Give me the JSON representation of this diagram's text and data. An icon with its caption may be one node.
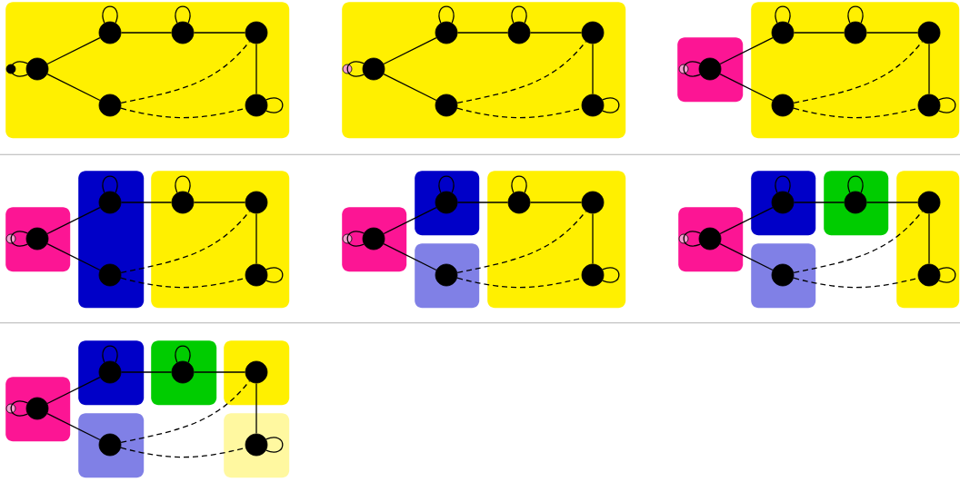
{
  "diagram": {
    "nodes": [
      {
        "text": [],
        "shape": "box"
      },
      {
        "text": [],
        "shape": "circle",
        "in": 0
      },
      {
        "text": [],
        "shape": "circle",
        "in": 0
      },
      {
        "text": [],
        "shape": "circle",
        "in": 0
      },
      {
        "text": [],
        "shape": "circle",
        "in": 0
      },
      {
        "text": [],
        "shape": "circle",
        "in": 0
      },
      {
        "text": [],
        "shape": "circle",
        "in": 0
      },
      {
        "text": [],
        "shape": "circle",
        "in": 0
      },
      {
        "text": [],
        "shape": "box"
      },
      {
        "text": [],
        "shape": "circle",
        "in": 8
      },
      {
        "text": [],
        "shape": "circle",
        "in": 8
      },
      {
        "text": [],
        "shape": "circle",
        "in": 8
      },
      {
        "text": [],
        "shape": "circle",
        "in": 8
      },
      {
        "text": [],
        "shape": "circle",
        "in": 8
      },
      {
        "text": [],
        "shape": "circle",
        "in": 8
      },
      {
        "text": [],
        "shape": "circle",
        "in": 8
      },
      {
        "text": [],
        "shape": "box"
      },
      {
        "text": [],
        "shape": "box"
      },
      {
        "text": [],
        "shape": "circle",
        "in": 16
      },
      {
        "text": [],
        "shape": "circle",
        "in": 16
      },
      {
        "text": [],
        "shape": "circle",
        "in": 17
      },
      {
        "text": [],
        "shape": "circle",
        "in": 17
      },
      {
        "text": [],
        "shape": "circle",
        "in": 17
      },
      {
        "text": [],
        "shape": "circle",
        "in": 17
      },
      {
        "text": [],
        "shape": "circle",
        "in": 17
      },
      {
        "text": [],
        "shape": "box"
      },
      {
        "text": [],
        "shape": "box"
      },
      {
        "text": [],
        "shape": "box"
      },
      {
        "text": [],
        "shape": "circle",
        "in": 25
      },
      {
        "text": [],
        "shape": "circle",
        "in": 25
      },
      {
        "text": [],
        "shape": "circle",
        "in": 26
      },
      {
        "text": [],
        "shape": "circle",
        "in": 27
      },
      {
        "text": [],
        "shape": "circle",
        "in": 27
      },
      {
        "text": [],
        "shape": "circle",
        "in": 26
      },
      {
        "text": [],
        "shape": "circle",
        "in": 27
      },
      {
        "text": [],
        "shape": "box"
      },
      {
        "text": [],
        "shape": "box"
      },
      {
        "text": [],
        "shape": "box"
      },
      {
        "text": [],
        "shape": "box"
      },
      {
        "text": [],
        "shape": "circle",
        "in": 35
      },
      {
        "text": [],
        "shape": "circle",
        "in": 35
      },
      {
        "text": [],
        "shape": "circle",
        "in": 36
      },
      {
        "text": [],
        "shape": "circle",
        "in": 37
      },
      {
        "text": [],
        "shape": "circle",
        "in": 37
      },
      {
        "text": [],
        "shape": "circle",
        "in": 38
      },
      {
        "text": [],
        "shape": "circle",
        "in": 37
      },
      {
        "text": [],
        "shape": "box"
      },
      {
        "text": [],
        "shape": "box"
      },
      {
        "text": [],
        "shape": "box"
      },
      {
        "text": [],
        "shape": "box"
      },
      {
        "text": [],
        "shape": "box"
      },
      {
        "text": [],
        "shape": "circle",
        "in": 46
      },
      {
        "text": [],
        "shape": "circle",
        "in": 46
      },
      {
        "text": [],
        "shape": "circle",
        "in": 47
      },
      {
        "text": [],
        "shape": "circle",
        "in": 48
      },
      {
        "text": [],
        "shape": "circle",
        "in": 49
      },
      {
        "text": [],
        "shape": "circle",
        "in": 50
      },
      {
        "text": [],
        "shape": "circle",
        "in": 49
      },
      {
        "text": [],
        "shape": "box"
      },
      {
        "text": [],
        "shape": "box"
      },
      {
        "text": [],
        "shape": "box"
      },
      {
        "text": [],
        "shape": "box"
      },
      {
        "text": [],
        "shape": "box"
      },
      {
        "text": [],
        "shape": "box"
      },
      {
        "text": [],
        "shape": "circle",
        "in": 58
      },
      {
        "text": [],
        "shape": "circle",
        "in": 58
      },
      {
        "text": [],
        "shape": "circle",
        "in": 59
      },
      {
        "text": [],
        "shape": "circle",
        "in": 60
      },
      {
        "text": [],
        "shape": "circle",
        "in": 61
      },
      {
        "text": [],
        "shape": "circle",
        "in": 62
      },
      {
        "text": [],
        "shape": "circle",
        "in": 63
      }
    ],
    "edges": [
      {
        "from": 2,
        "to": 3,
        "arrow": "none"
      },
      {
        "from": 2,
        "to": 6,
        "arrow": "none"
      },
      {
        "from": 3,
        "to": 4,
        "arrow": "none"
      },
      {
        "from": 4,
        "to": 5,
        "arrow": "none"
      },
      {
        "from": 5,
        "to": 7,
        "arrow": "none"
      },
      {
        "from": 6,
        "to": 5,
        "arrow": "none",
        "style": "dashed"
      },
      {
        "from": 6,
        "to": 7,
        "arrow": "none",
        "style": "dashed"
      },
      {
        "from": 2,
        "to": 2,
        "arrow": "none"
      },
      {
        "from": 3,
        "to": 3,
        "arrow": "none"
      },
      {
        "from": 4,
        "to": 4,
        "arrow": "none"
      },
      {
        "from": 7,
        "to": 7,
        "arrow": "none"
      },
      {
        "from": 10,
        "to": 11,
        "arrow": "none"
      },
      {
        "from": 10,
        "to": 14,
        "arrow": "none"
      },
      {
        "from": 11,
        "to": 12,
        "arrow": "none"
      },
      {
        "from": 12,
        "to": 13,
        "arrow": "none"
      },
      {
        "from": 13,
        "to": 15,
        "arrow": "none"
      },
      {
        "from": 14,
        "to": 13,
        "arrow": "none",
        "style": "dashed"
      },
      {
        "from": 14,
        "to": 15,
        "arrow": "none",
        "style": "dashed"
      },
      {
        "from": 10,
        "to": 10,
        "arrow": "none"
      },
      {
        "from": 11,
        "to": 11,
        "arrow": "none"
      },
      {
        "from": 12,
        "to": 12,
        "arrow": "none"
      },
      {
        "from": 15,
        "to": 15,
        "arrow": "none"
      },
      {
        "from": 19,
        "to": 20,
        "arrow": "none"
      },
      {
        "from": 19,
        "to": 23,
        "arrow": "none"
      },
      {
        "from": 20,
        "to": 21,
        "arrow": "none"
      },
      {
        "from": 21,
        "to": 22,
        "arrow": "none"
      },
      {
        "from": 22,
        "to": 24,
        "arrow": "none"
      },
      {
        "from": 23,
        "to": 22,
        "arrow": "none",
        "style": "dashed"
      },
      {
        "from": 23,
        "to": 24,
        "arrow": "none",
        "style": "dashed"
      },
      {
        "from": 19,
        "to": 19,
        "arrow": "none"
      },
      {
        "from": 20,
        "to": 20,
        "arrow": "none"
      },
      {
        "from": 21,
        "to": 21,
        "arrow": "none"
      },
      {
        "from": 24,
        "to": 24,
        "arrow": "none"
      },
      {
        "from": 29,
        "to": 30,
        "arrow": "none"
      },
      {
        "from": 29,
        "to": 33,
        "arrow": "none"
      },
      {
        "from": 30,
        "to": 31,
        "arrow": "none"
      },
      {
        "from": 31,
        "to": 32,
        "arrow": "none"
      },
      {
        "from": 32,
        "to": 34,
        "arrow": "none"
      },
      {
        "from": 33,
        "to": 32,
        "arrow": "none",
        "style": "dashed"
      },
      {
        "from": 33,
        "to": 34,
        "arrow": "none",
        "style": "dashed"
      },
      {
        "from": 29,
        "to": 29,
        "arrow": "none"
      },
      {
        "from": 30,
        "to": 30,
        "arrow": "none"
      },
      {
        "from": 31,
        "to": 31,
        "arrow": "none"
      },
      {
        "from": 34,
        "to": 34,
        "arrow": "none"
      },
      {
        "from": 40,
        "to": 41,
        "arrow": "none"
      },
      {
        "from": 40,
        "to": 44,
        "arrow": "none"
      },
      {
        "from": 41,
        "to": 42,
        "arrow": "none"
      },
      {
        "from": 42,
        "to": 43,
        "arrow": "none"
      },
      {
        "from": 43,
        "to": 45,
        "arrow": "none"
      },
      {
        "from": 44,
        "to": 43,
        "arrow": "none",
        "style": "dashed"
      },
      {
        "from": 44,
        "to": 45,
        "arrow": "none",
        "style": "dashed"
      },
      {
        "from": 40,
        "to": 40,
        "arrow": "none"
      },
      {
        "from": 41,
        "to": 41,
        "arrow": "none"
      },
      {
        "from": 42,
        "to": 42,
        "arrow": "none"
      },
      {
        "from": 45,
        "to": 45,
        "arrow": "none"
      },
      {
        "from": 52,
        "to": 53,
        "arrow": "none"
      },
      {
        "from": 52,
        "to": 56,
        "arrow": "none"
      },
      {
        "from": 53,
        "to": 54,
        "arrow": "none"
      },
      {
        "from": 54,
        "to": 55,
        "arrow": "none"
      },
      {
        "from": 55,
        "to": 57,
        "arrow": "none"
      },
      {
        "from": 56,
        "to": 55,
        "arrow": "none",
        "style": "dashed"
      },
      {
        "from": 56,
        "to": 57,
        "arrow": "none",
        "style": "dashed"
      },
      {
        "from": 52,
        "to": 52,
        "arrow": "none"
      },
      {
        "from": 53,
        "to": 53,
        "arrow": "none"
      },
      {
        "from": 54,
        "to": 54,
        "arrow": "none"
      },
      {
        "from": 57,
        "to": 57,
        "arrow": "none"
      },
      {
        "from": 65,
        "to": 66,
        "arrow": "none"
      },
      {
        "from": 65,
        "to": 69,
        "arrow": "none"
      },
      {
        "from": 66,
        "to": 67,
        "arrow": "none"
      },
      {
        "from": 67,
        "to": 68,
        "arrow": "none"
      },
      {
        "from": 68,
        "to": 70,
        "arrow": "none"
      },
      {
        "from": 69,
        "to": 68,
        "arrow": "none",
        "style": "dashed"
      },
      {
        "from": 69,
        "to": 70,
        "arrow": "none",
        "style": "dashed"
      },
      {
        "from": 65,
        "to": 65,
        "arrow": "none"
      },
      {
        "from": 66,
        "to": 66,
        "arrow": "none"
      },
      {
        "from": 67,
        "to": 67,
        "arrow": "none"
      },
      {
        "from": 70,
        "to": 70,
        "arrow": "none"
      }
    ]
  }
}
